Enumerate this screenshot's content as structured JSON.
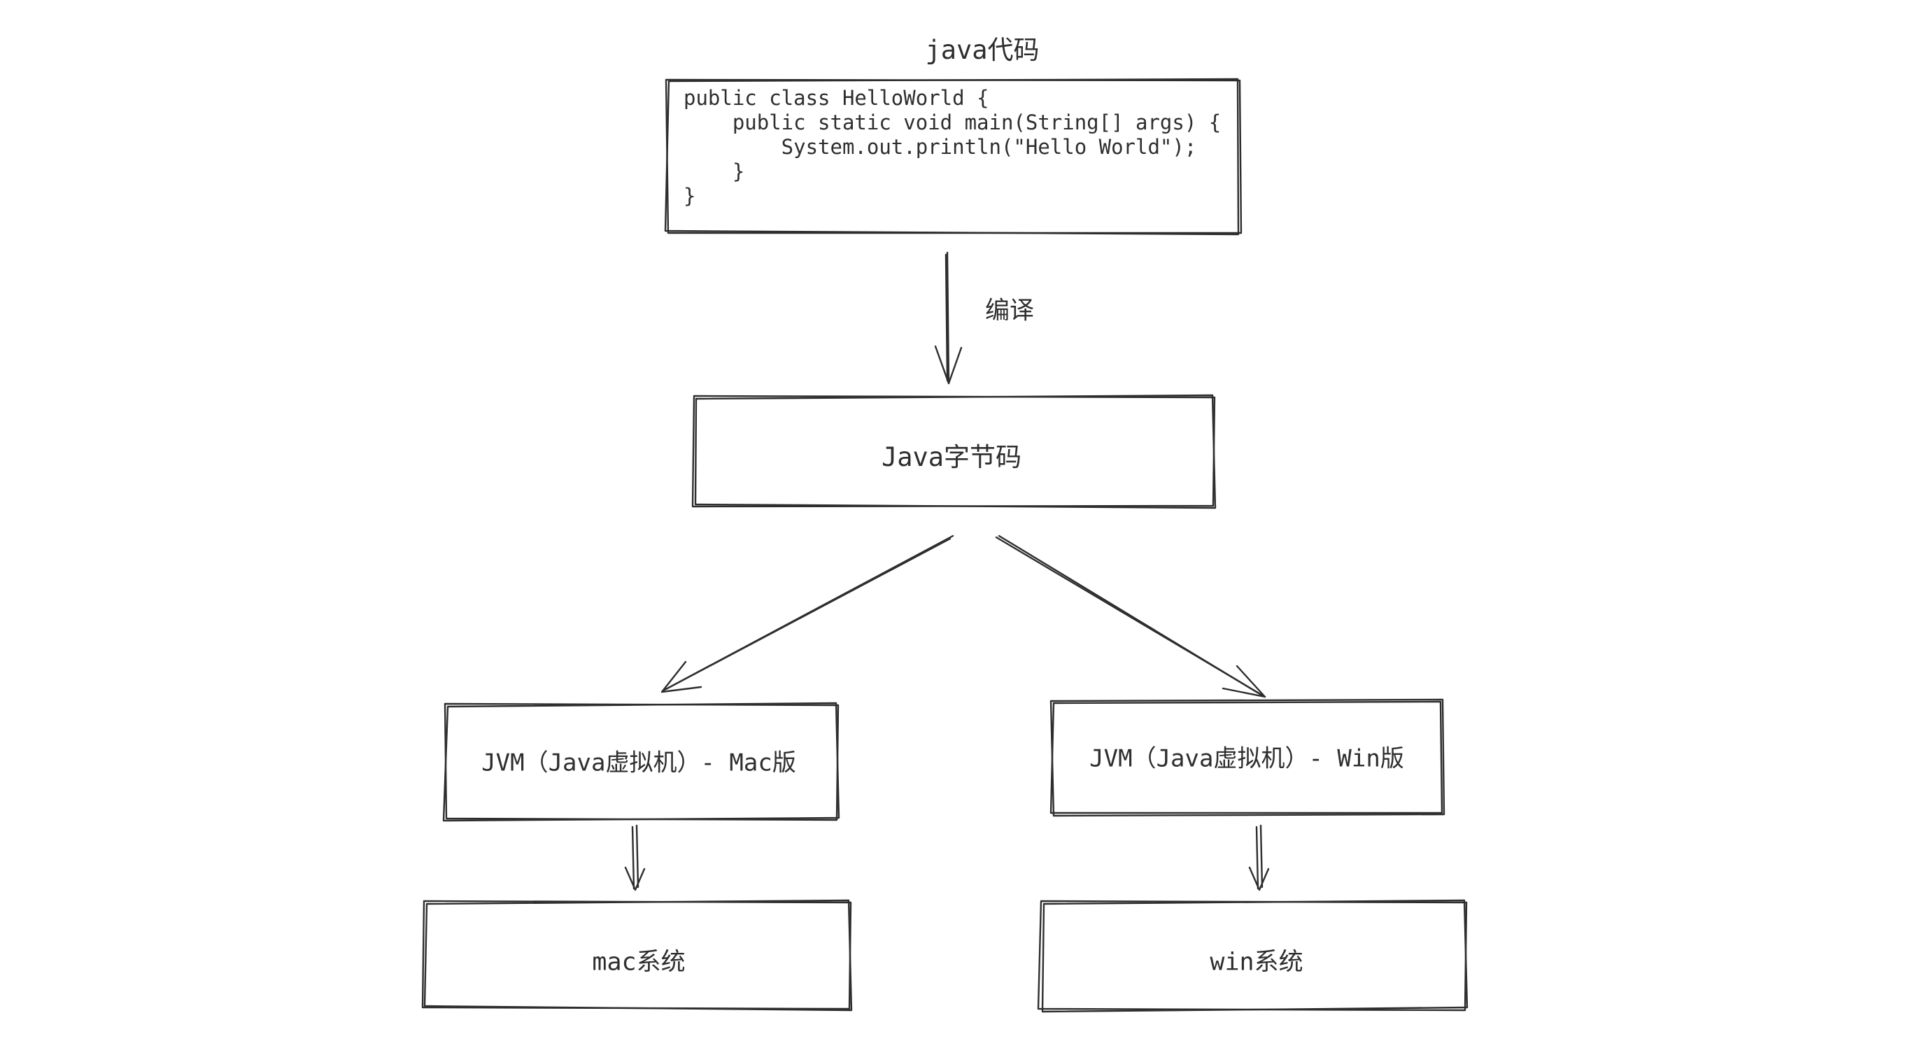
{
  "diagram": {
    "title": "java代码",
    "code_lines": [
      "public class HelloWorld {",
      "    public static void main(String[] args) {",
      "        System.out.println(\"Hello World\");",
      "    }",
      "}"
    ],
    "compile_label": "编译",
    "bytecode_label": "Java字节码",
    "jvm_mac_label": "JVM（Java虚拟机）- Mac版",
    "jvm_win_label": "JVM（Java虚拟机）- Win版",
    "mac_system_label": "mac系统",
    "win_system_label": "win系统"
  },
  "colors": {
    "stroke": "#2e2e2e",
    "background": "#ffffff",
    "text": "#2e2e2e"
  }
}
